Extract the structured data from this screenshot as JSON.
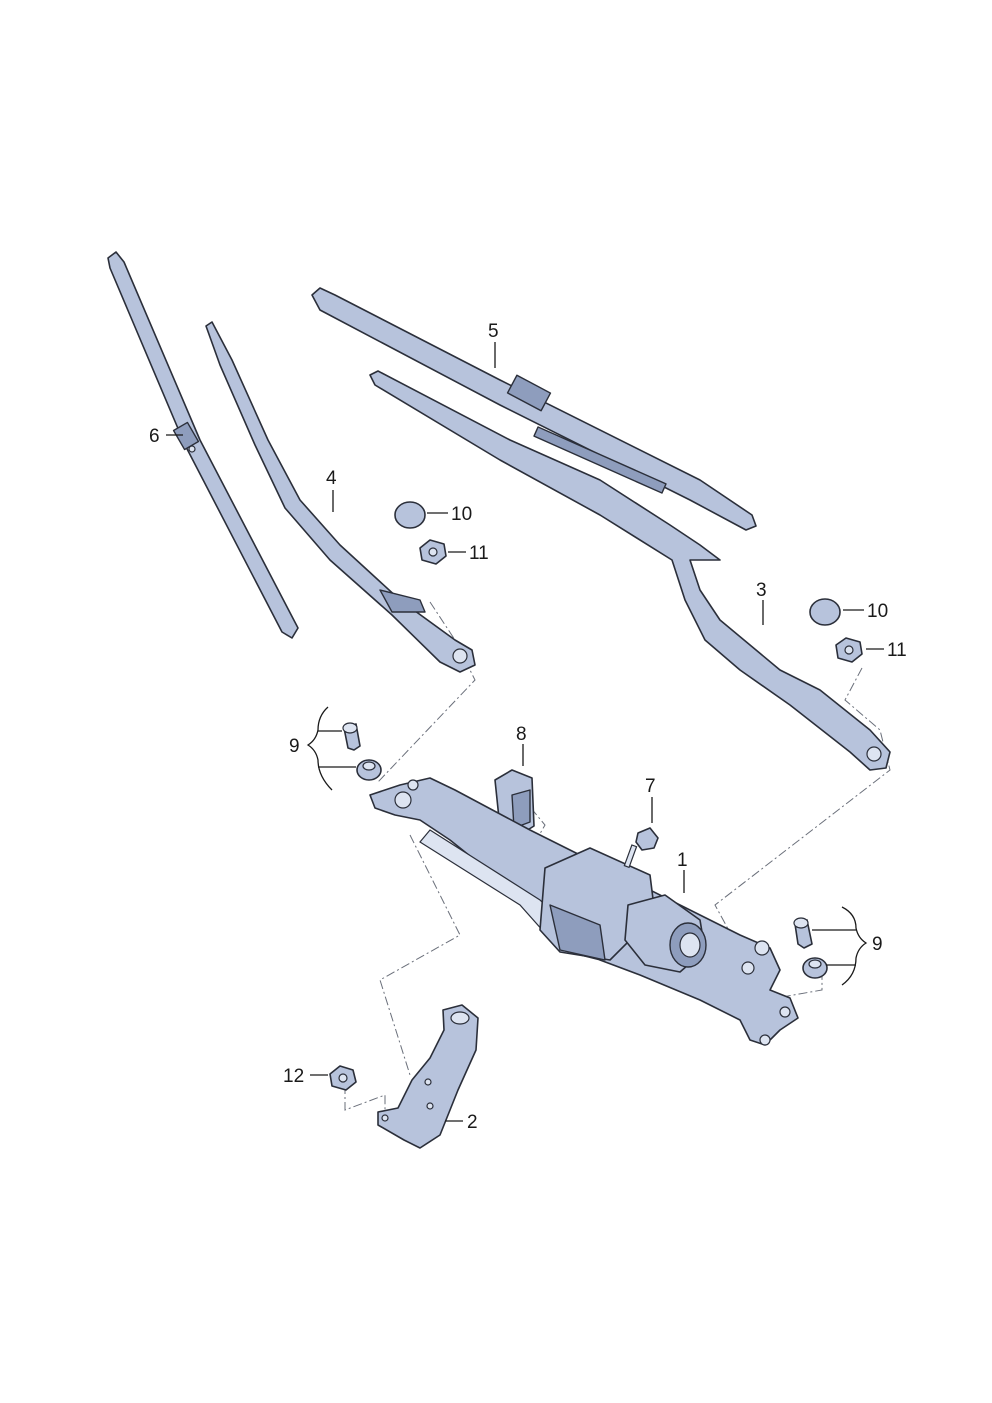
{
  "diagram": {
    "callouts": [
      {
        "id": "c1",
        "label": "1"
      },
      {
        "id": "c2",
        "label": "2"
      },
      {
        "id": "c3",
        "label": "3"
      },
      {
        "id": "c4",
        "label": "4"
      },
      {
        "id": "c5",
        "label": "5"
      },
      {
        "id": "c6",
        "label": "6"
      },
      {
        "id": "c7",
        "label": "7"
      },
      {
        "id": "c8",
        "label": "8"
      },
      {
        "id": "c9a",
        "label": "9"
      },
      {
        "id": "c9b",
        "label": "9"
      },
      {
        "id": "c10a",
        "label": "10"
      },
      {
        "id": "c10b",
        "label": "10"
      },
      {
        "id": "c11a",
        "label": "11"
      },
      {
        "id": "c11b",
        "label": "11"
      },
      {
        "id": "c12",
        "label": "12"
      }
    ]
  },
  "colors": {
    "part_fill": "#b7c3dc",
    "part_shadow": "#8e9dbd",
    "outline": "#2b2f3a",
    "leader": "#1a1a1a"
  }
}
